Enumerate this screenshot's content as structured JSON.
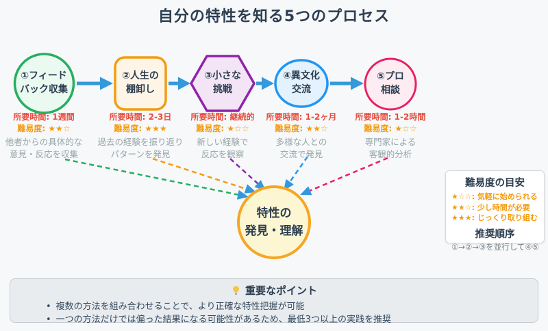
{
  "title": "自分の特性を知る5つのプロセス",
  "colors": {
    "background": "#f7f8fa",
    "heading": "#2c3e50",
    "arrow": "#3498db",
    "time": "#e74c3c",
    "difficulty": "#f39c12",
    "description": "#95a5a6",
    "note_bg": "#e9ecef",
    "note_border": "#c6ccd2",
    "note_text": "#34495e",
    "panel_bg": "#ffffff",
    "panel_border": "#d5d9dd",
    "order_text": "#737e82"
  },
  "nodes": [
    {
      "label": "①フィード\nバック収集",
      "time": "所要時間: 1週間",
      "difficulty": "難易度: ★★☆",
      "description": "他者からの具体的な\n意見・反応を収集",
      "stroke": "#27ae60",
      "fill": "#eafaf1",
      "shape": "circle"
    },
    {
      "label": "②人生の\n棚卸し",
      "time": "所要時間: 2-3日",
      "difficulty": "難易度: ★★★",
      "description": "過去の経験を振り返り\nパターンを発見",
      "stroke": "#f39c12",
      "fill": "#fef5e7",
      "shape": "rounded-square"
    },
    {
      "label": "③小さな\n挑戦",
      "time": "所要時間: 継続的",
      "difficulty": "難易度: ★☆☆",
      "description": "新しい経験で\n反応を観察",
      "stroke": "#8e24aa",
      "fill": "#f3e5f5",
      "shape": "hexagon"
    },
    {
      "label": "④異文化\n交流",
      "time": "所要時間: 1-2ヶ月",
      "difficulty": "難易度: ★★☆",
      "description": "多様な人との\n交流で発見",
      "stroke": "#2196f3",
      "fill": "#e3f2fd",
      "shape": "ellipse"
    },
    {
      "label": "⑤プロ\n相談",
      "time": "所要時間: 1-2時間",
      "difficulty": "難易度: ★☆☆",
      "description": "専門家による\n客観的分析",
      "stroke": "#e91e63",
      "fill": "#fdecf1",
      "shape": "circle"
    }
  ],
  "center": {
    "label": "特性の\n発見・理解",
    "stroke": "#f5a623",
    "fill": "#fdf6d3"
  },
  "legend": {
    "difficulty_title": "難易度の目安",
    "levels": [
      "★☆☆: 気軽に始められる",
      "★★☆: 少し時間が必要",
      "★★★: じっくり取り組む"
    ],
    "order_title": "推奨順序",
    "order_text": "①→②→③を並行して④⑤"
  },
  "notes": {
    "icon": "lightbulb-icon",
    "title": "重要なポイント",
    "items": [
      "複数の方法を組み合わせることで、より正確な特性把握が可能",
      "一つの方法だけでは偏った結果になる可能性があるため、最低3つ以上の実践を推奨"
    ]
  }
}
